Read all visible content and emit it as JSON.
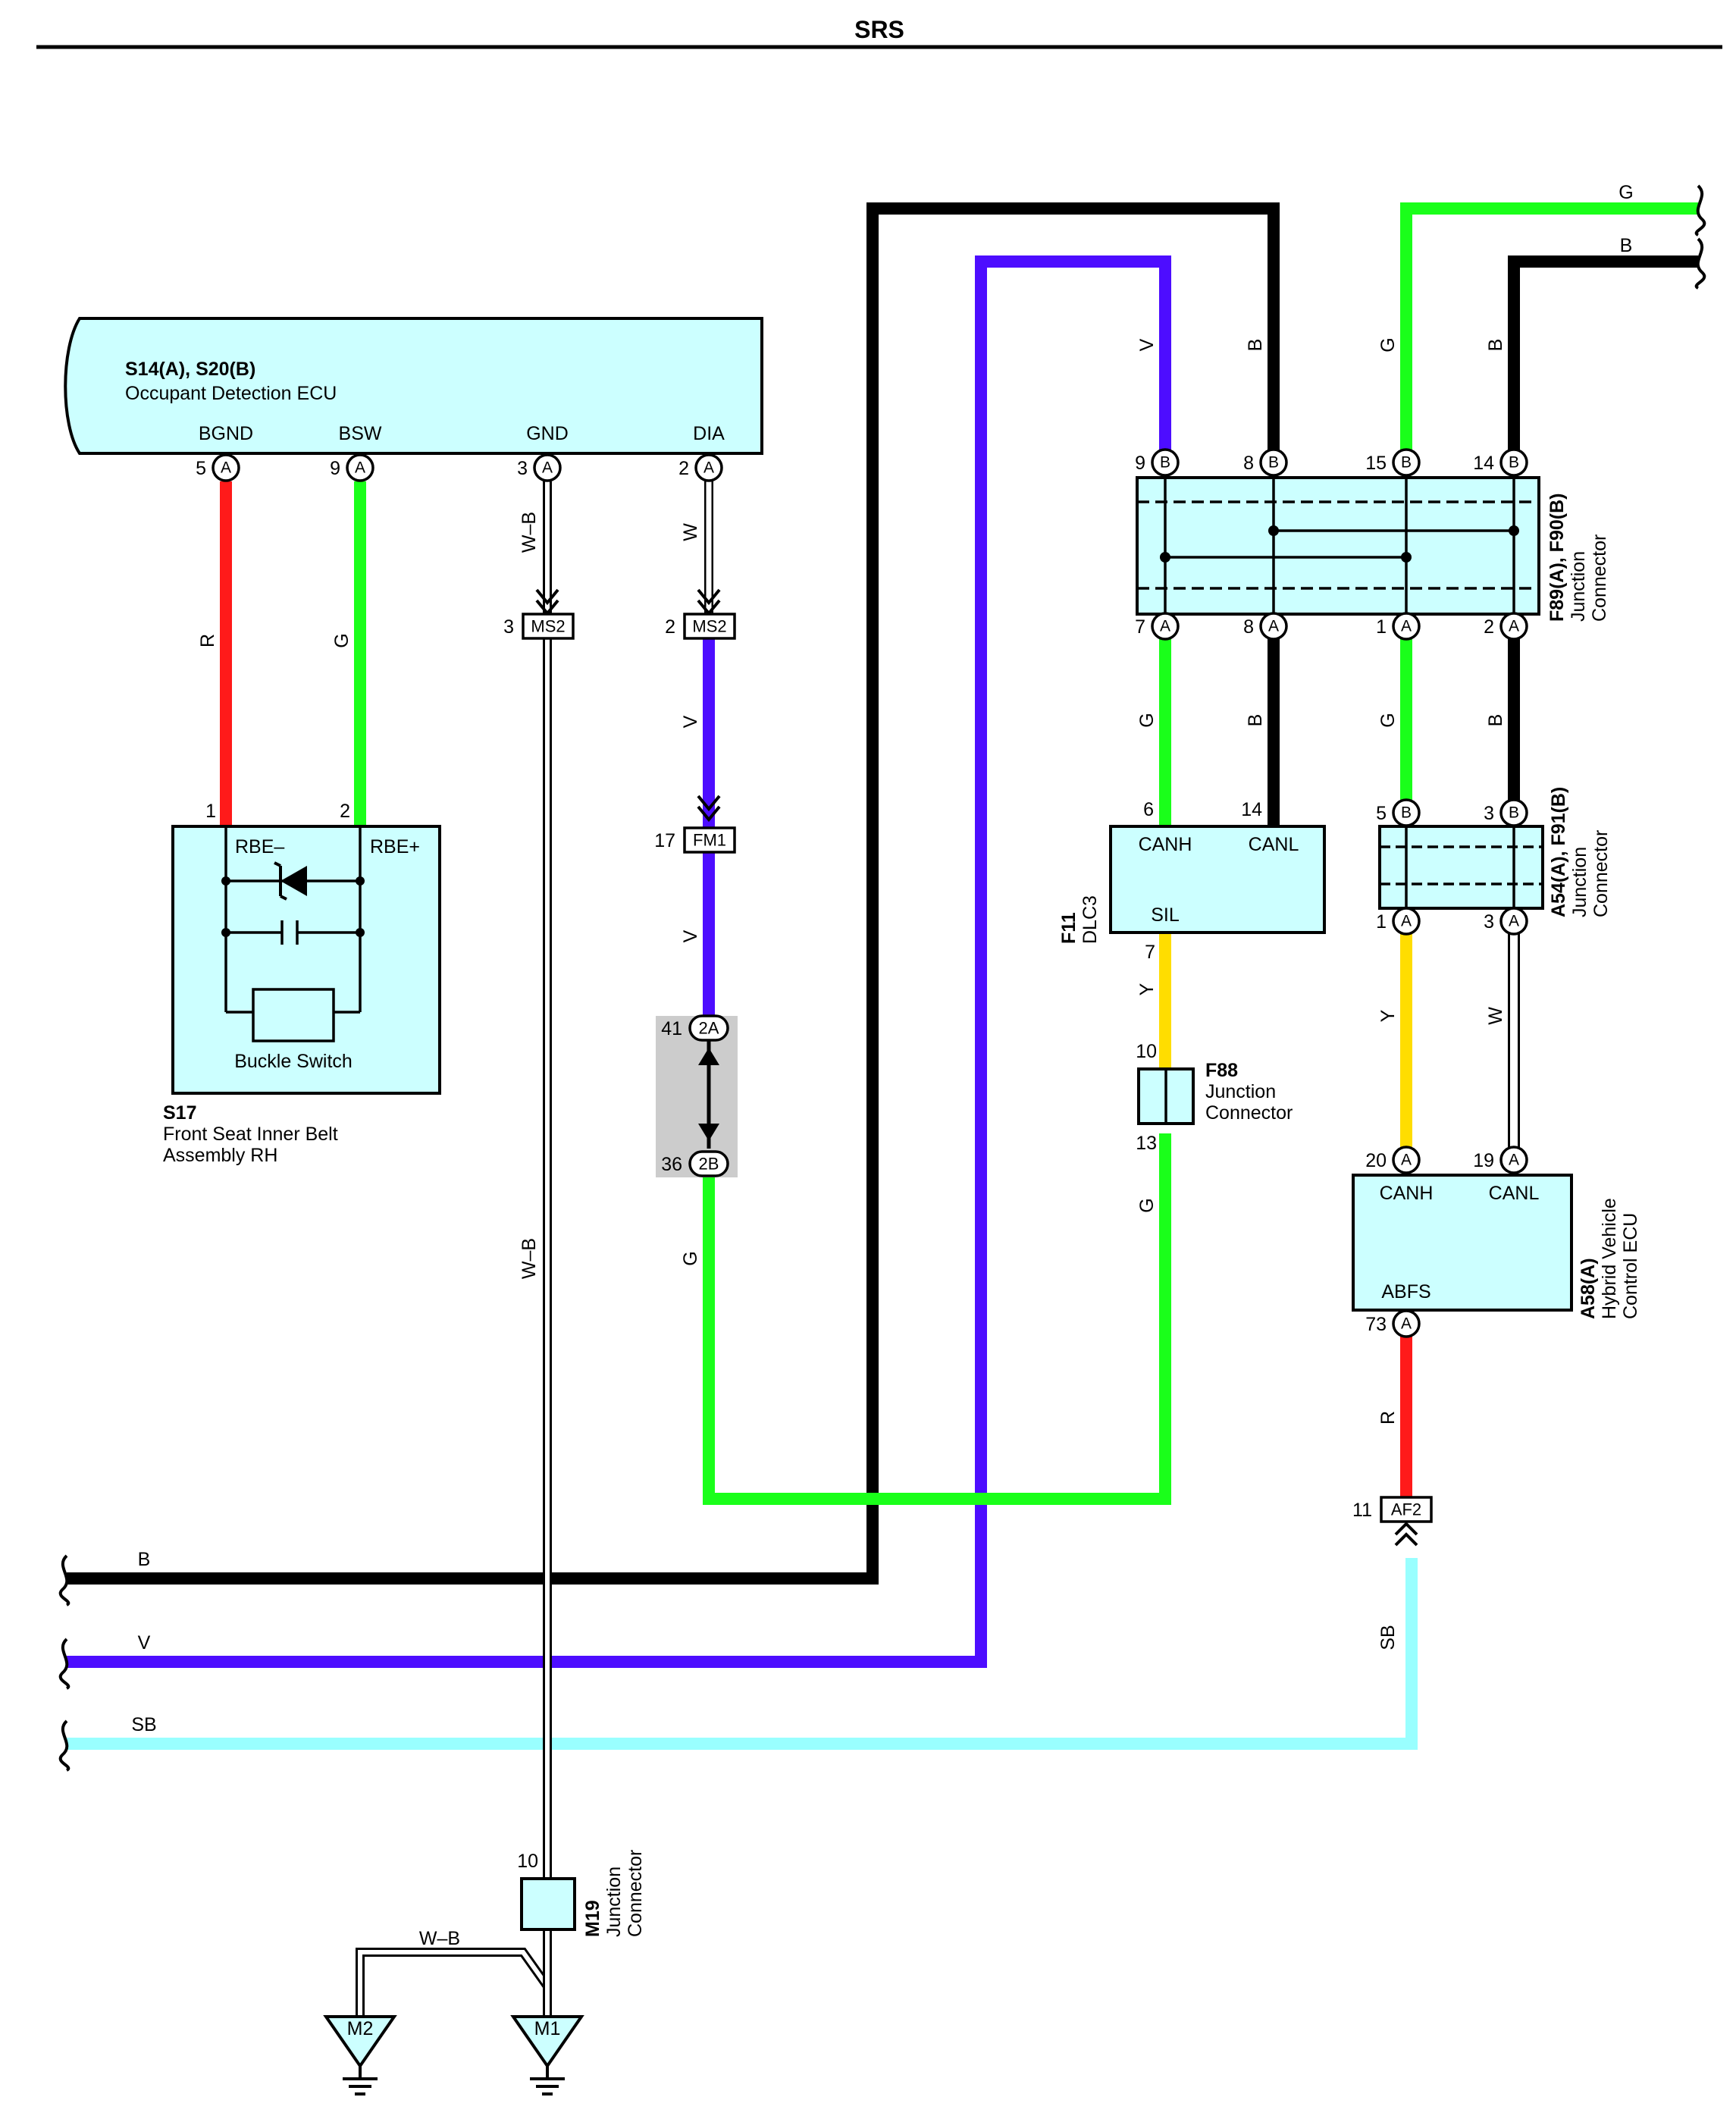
{
  "page_title": "SRS",
  "colors": {
    "R": "#ff1a1a",
    "G": "#1aff1a",
    "V": "#4d0dff",
    "B": "#000000",
    "Y": "#ffdd00",
    "SB": "#99ffff",
    "W": "#ffffff",
    "W-B": "#ffffff",
    "box_fill": "#ccffff"
  },
  "components": {
    "s14": {
      "code": "S14(A), S20(B)",
      "name": "Occupant Detection ECU",
      "terminals": [
        "BGND",
        "BSW",
        "GND",
        "DIA"
      ],
      "pins": [
        {
          "num": "5",
          "conn": "A"
        },
        {
          "num": "9",
          "conn": "A"
        },
        {
          "num": "3",
          "conn": "A"
        },
        {
          "num": "2",
          "conn": "A"
        }
      ]
    },
    "s17": {
      "code": "S17",
      "name_line1": "Front Seat Inner Belt",
      "name_line2": "Assembly RH",
      "inner_label": "Buckle Switch",
      "terminals": [
        "RBE–",
        "RBE+"
      ],
      "pin_nums": [
        "1",
        "2"
      ]
    },
    "f89": {
      "code": "F89(A), F90(B)",
      "name_line1": "Junction",
      "name_line2": "Connector",
      "top_pins": [
        {
          "num": "9",
          "conn": "B"
        },
        {
          "num": "8",
          "conn": "B"
        },
        {
          "num": "15",
          "conn": "B"
        },
        {
          "num": "14",
          "conn": "B"
        }
      ],
      "bottom_pins": [
        {
          "num": "7",
          "conn": "A"
        },
        {
          "num": "8",
          "conn": "A"
        },
        {
          "num": "1",
          "conn": "A"
        },
        {
          "num": "2",
          "conn": "A"
        }
      ]
    },
    "f11": {
      "code": "F11",
      "name": "DLC3",
      "terminals": [
        "CANH",
        "CANL",
        "SIL"
      ],
      "pin_nums": [
        "6",
        "14",
        "7"
      ]
    },
    "f88": {
      "code": "F88",
      "name_line1": "Junction",
      "name_line2": "Connector",
      "pin_nums": [
        "10",
        "13"
      ]
    },
    "a54": {
      "code": "A54(A), F91(B)",
      "name_line1": "Junction",
      "name_line2": "Connector",
      "top_pins": [
        {
          "num": "5",
          "conn": "B"
        },
        {
          "num": "3",
          "conn": "B"
        }
      ],
      "bottom_pins": [
        {
          "num": "1",
          "conn": "A"
        },
        {
          "num": "3",
          "conn": "A"
        }
      ]
    },
    "a58": {
      "code": "A58(A)",
      "name_line1": "Hybrid Vehicle",
      "name_line2": "Control ECU",
      "terminals": [
        "CANH",
        "CANL",
        "ABFS"
      ],
      "pins": [
        {
          "num": "20",
          "conn": "A"
        },
        {
          "num": "19",
          "conn": "A"
        },
        {
          "num": "73",
          "conn": "A"
        }
      ]
    },
    "m19": {
      "code": "M19",
      "name_line1": "Junction",
      "name_line2": "Connector",
      "pin_num": "10"
    },
    "grounds": [
      "M2",
      "M1"
    ]
  },
  "inline_connectors": [
    {
      "code": "MS2",
      "pin": "3"
    },
    {
      "code": "MS2",
      "pin": "2"
    },
    {
      "code": "FM1",
      "pin": "17"
    },
    {
      "code": "AF2",
      "pin": "11"
    }
  ],
  "splice": {
    "top": {
      "code": "2A",
      "pin": "41"
    },
    "bottom": {
      "code": "2B",
      "pin": "36"
    }
  },
  "wire_labels": {
    "bgnd": "R",
    "bsw": "G",
    "gnd_top": "W–B",
    "gnd_long": "W–B",
    "dia": "W",
    "v_upper": "V",
    "v_lower": "V",
    "g_lower": "G",
    "f89_in_v": "V",
    "f89_in_b": "B",
    "f89_in_g": "G",
    "f89_in_b2": "B",
    "f89_out_g": "G",
    "f89_out_b": "B",
    "f89_out_g2": "G",
    "f89_out_b2": "B",
    "sil_y": "Y",
    "f88_g": "G",
    "a54_y": "Y",
    "a54_w": "W",
    "abfs_r": "R",
    "af2_sb": "SB",
    "ground_wb": "W–B",
    "top_right_g": "G",
    "top_right_b": "B",
    "left_b": "B",
    "left_v": "V",
    "left_sb": "SB"
  }
}
